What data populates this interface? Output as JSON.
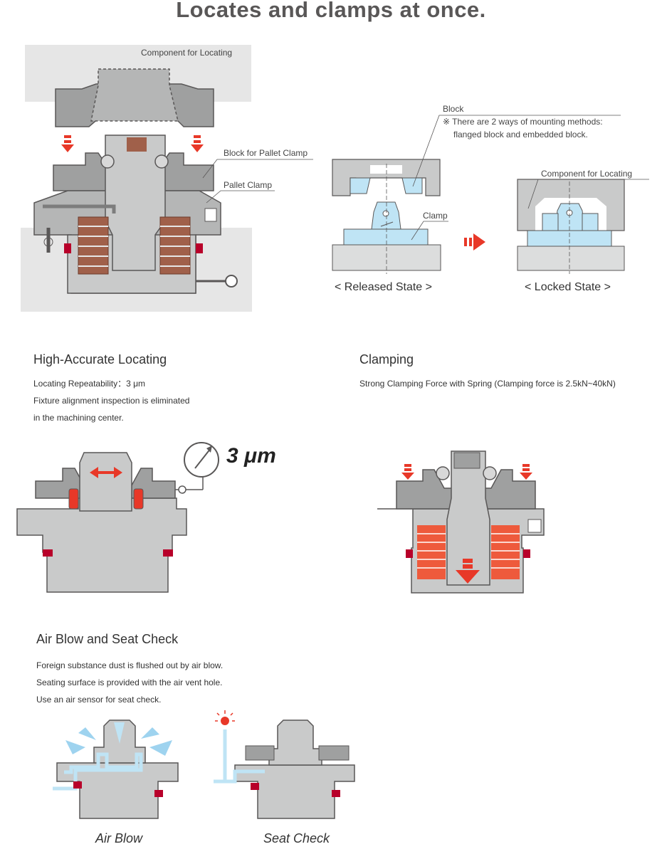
{
  "header": {
    "title": "Locates and clamps at once."
  },
  "hero": {
    "labels": {
      "component": "Component for Locating",
      "block": "Block for Pallet Clamp",
      "pallet": "Pallet Clamp"
    }
  },
  "states": {
    "block_label": "Block",
    "note_line1": "※ There are 2 ways of mounting methods:",
    "note_line2": "flanged block and embedded block.",
    "clamp_label": "Clamp",
    "component_label": "Component for Locating",
    "released": "< Released State >",
    "locked": "< Locked State >"
  },
  "locating": {
    "heading": "High-Accurate Locating",
    "line1": "Locating Repeatability：3 μm",
    "line2": "Fixture alignment inspection is eliminated",
    "line3": "in the machining center.",
    "gauge_value": "3 μm"
  },
  "clamping": {
    "heading": "Clamping",
    "line1": "Strong Clamping Force with Spring (Clamping force is 2.5kN~40kN)"
  },
  "airblow": {
    "heading": "Air Blow and Seat Check",
    "line1": "Foreign substance dust is flushed out by air blow.",
    "line2": "Seating surface is provided with the air vent hole.",
    "line3": "Use an air sensor for seat check.",
    "caption_air": "Air Blow",
    "caption_seat": "Seat Check"
  },
  "colors": {
    "body_gray": "#c9caca",
    "dark_gray": "#9fa0a0",
    "spring_brown": "#a0604a",
    "spring_orange": "#ee5a3c",
    "seal_red": "#b8002a",
    "light_blue": "#bfe4f5",
    "arrow_red": "#e83828"
  }
}
